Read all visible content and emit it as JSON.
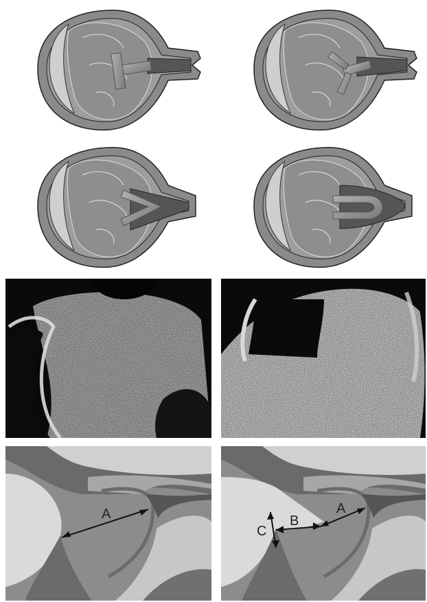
{
  "diagrams": {
    "top_left_shape": "T",
    "top_right_shape": "Y",
    "mid_left_shape": "V",
    "mid_right_shape": "U"
  },
  "schematics": {
    "left": {
      "labels": [
        "A"
      ]
    },
    "right": {
      "labels": [
        "A",
        "B",
        "C"
      ]
    }
  },
  "colors": {
    "uterus_outer": "#8a8a8a",
    "uterus_inner": "#9a9a9a",
    "amniotic": "#c9c9c9",
    "dark_funnel": "#555555",
    "shape_fill": "#8f8f8f",
    "ultrasound_bg": "#0a0a0a"
  }
}
